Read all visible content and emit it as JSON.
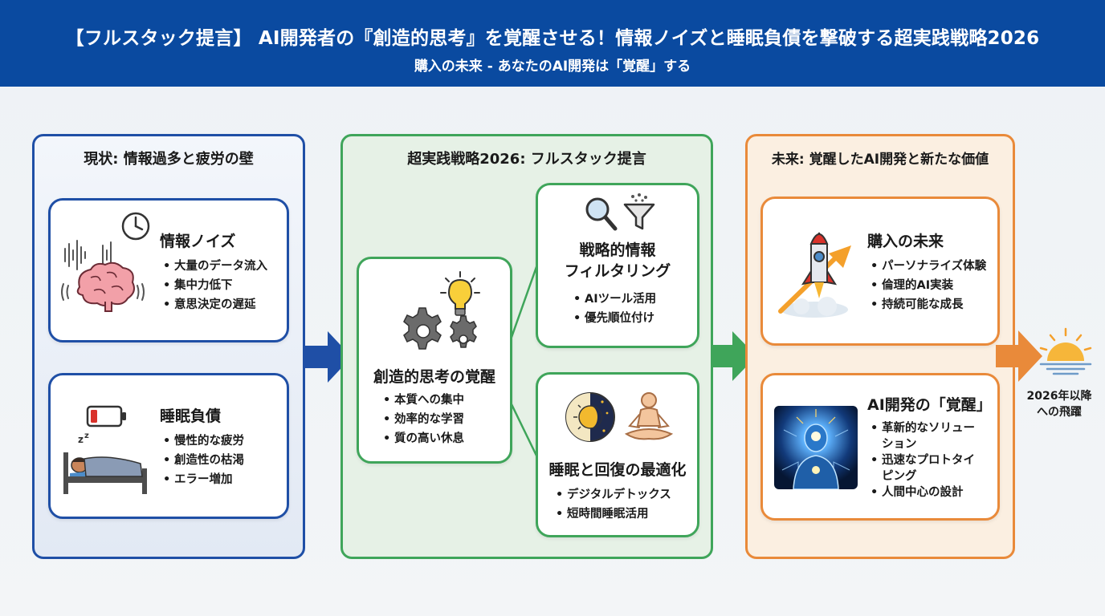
{
  "header": {
    "title": "【フルスタック提言】 AI開発者の『創造的思考』を覚醒させる！情報ノイズと睡眠負債を撃破する超実践戦略2026",
    "subtitle": "購入の未来 - あなたのAI開発は「覚醒」する"
  },
  "current": {
    "title": "現状: 情報過多と疲労の壁",
    "cards": [
      {
        "title": "情報ノイズ",
        "items": [
          "大量のデータ流入",
          "集中力低下",
          "意思決定の遅延"
        ]
      },
      {
        "title": "睡眠負債",
        "items": [
          "慢性的な疲労",
          "創造性の枯渇",
          "エラー増加"
        ]
      }
    ]
  },
  "strategy": {
    "title": "超実践戦略2026: フルスタック提言",
    "center": {
      "title": "創造的思考の覚醒",
      "items": [
        "本質への集中",
        "効率的な学習",
        "質の高い休息"
      ]
    },
    "filter": {
      "title_line1": "戦略的情報",
      "title_line2": "フィルタリング",
      "items": [
        "AIツール活用",
        "優先順位付け"
      ]
    },
    "sleep": {
      "title": "睡眠と回復の最適化",
      "items": [
        "デジタルデトックス",
        "短時間睡眠活用"
      ]
    }
  },
  "future": {
    "title": "未来: 覚醒したAI開発と新たな価値",
    "cards": [
      {
        "title": "購入の未来",
        "items": [
          "パーソナライズ体験",
          "倫理的AI実装",
          "持続可能な成長"
        ]
      },
      {
        "title": "AI開発の「覚醒」",
        "items": [
          "革新的なソリュー",
          "ション",
          "迅速なプロトタイ",
          "ピング",
          "人間中心の設計"
        ]
      }
    ]
  },
  "outcome": {
    "line1": "2026年以降",
    "line2": "への飛躍"
  },
  "colors": {
    "header": "#0a4aa0",
    "blue": "#1f4fa6",
    "green": "#3fa55a",
    "orange": "#e98a3a"
  },
  "icons": [
    "brain-sound-icon",
    "clock-icon",
    "sleeping-bed-icon",
    "low-battery-icon",
    "gears-icon",
    "lightbulb-icon",
    "magnifier-icon",
    "funnel-icon",
    "day-night-icon",
    "meditation-icon",
    "rocket-icon",
    "ai-human-icon",
    "sunrise-icon"
  ]
}
